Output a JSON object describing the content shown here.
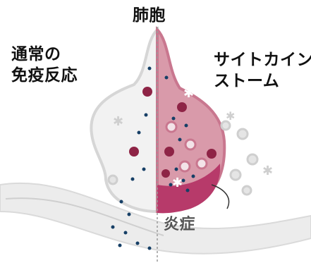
{
  "labels": {
    "alveolus": "肺胞",
    "normal_line1": "通常の",
    "normal_line2": "免疫反応",
    "storm_line1": "サイトカイン",
    "storm_line2": "ストーム",
    "inflammation": "炎症"
  },
  "colors": {
    "normal_fill": "#f2f2f2",
    "normal_stroke": "#d6d6d6",
    "storm_fill": "#d99aaa",
    "storm_stroke": "#c9778f",
    "inflammation": "#b73a6a",
    "cytokine_dot": "#163f66",
    "immune_cell": "#8e2446",
    "vessel": "#ececec"
  },
  "icons": [
    "alveolus-shape",
    "blood-vessel",
    "cytokine-dot",
    "immune-cell",
    "star-cell",
    "red-blood-cell"
  ]
}
